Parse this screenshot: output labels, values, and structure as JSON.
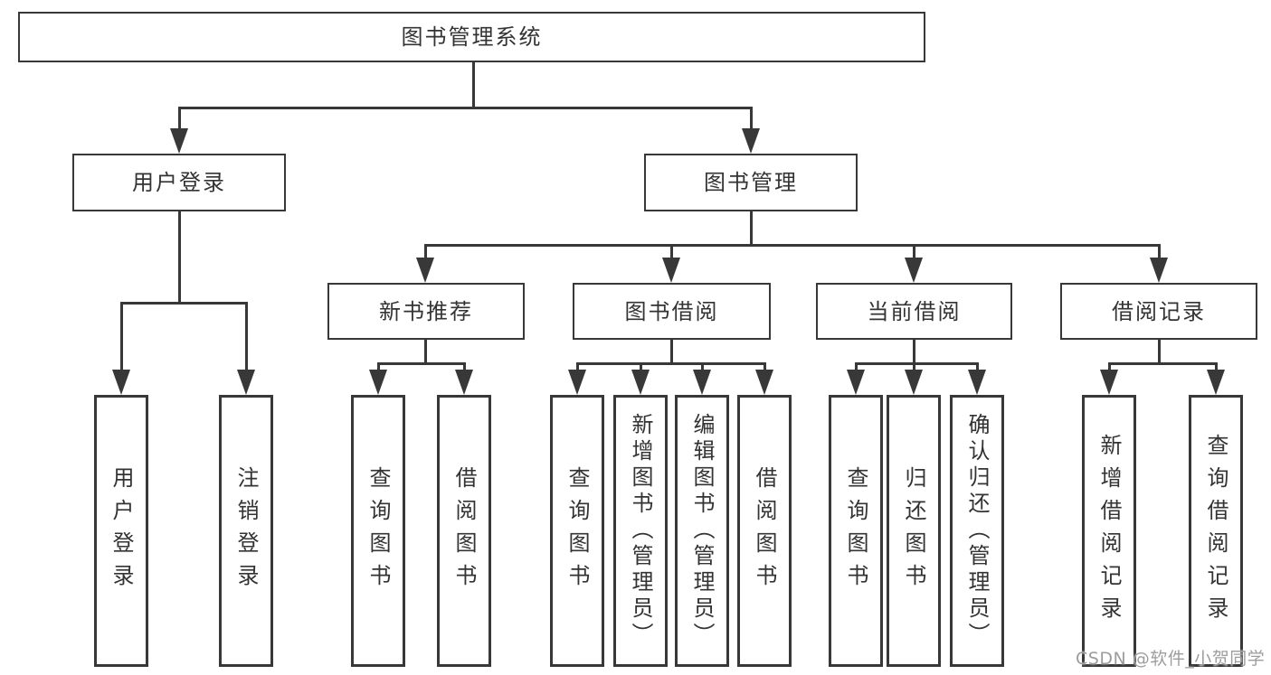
{
  "tree": {
    "root": {
      "label": "图书管理系统"
    },
    "children": [
      {
        "label": "用户登录",
        "children": [
          {
            "label": "用户登录"
          },
          {
            "label": "注销登录"
          }
        ]
      },
      {
        "label": "图书管理",
        "children": [
          {
            "label": "新书推荐",
            "children": [
              {
                "label": "查询图书"
              },
              {
                "label": "借阅图书"
              }
            ]
          },
          {
            "label": "图书借阅",
            "children": [
              {
                "label": "查询图书"
              },
              {
                "label": "新增图书（管理员）"
              },
              {
                "label": "编辑图书（管理员）"
              },
              {
                "label": "借阅图书"
              }
            ]
          },
          {
            "label": "当前借阅",
            "children": [
              {
                "label": "查询图书"
              },
              {
                "label": "归还图书"
              },
              {
                "label": "确认归还（管理员）"
              }
            ]
          },
          {
            "label": "借阅记录",
            "children": [
              {
                "label": "新增借阅记录"
              },
              {
                "label": "查询借阅记录"
              }
            ]
          }
        ]
      }
    ]
  },
  "watermark": {
    "text": "CSDN @软件_小贺同学"
  },
  "colors": {
    "line": "#383838",
    "text": "#333333",
    "background": "#ffffff",
    "watermark": "#9d9d9d"
  }
}
